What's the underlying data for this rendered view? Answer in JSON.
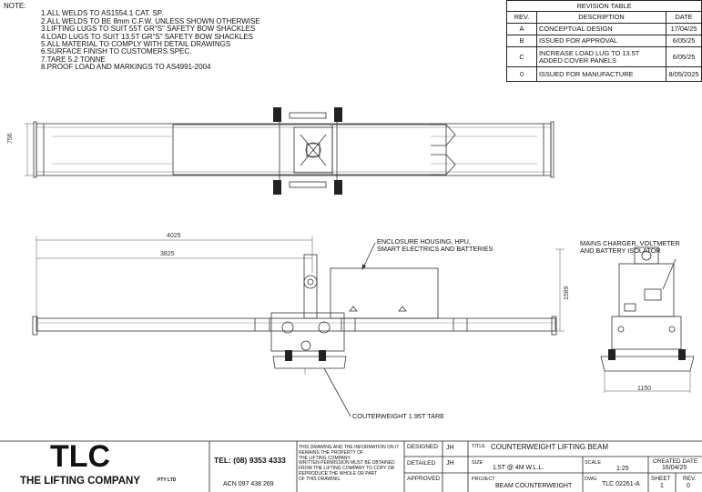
{
  "notes": {
    "heading": "NOTE:",
    "items": [
      "1.ALL WELDS TO AS1554.1 CAT. SP.",
      "2.ALL WELDS TO BE 8mm C.F.W. UNLESS SHOWN OTHERWISE",
      "3.LIFTING LUGS TO SUIT 55T GR\"S\" SAFETY BOW SHACKLES",
      "4.LOAD LUGS TO SUIT 13.5T GR\"S\" SAFETY BOW SHACKLES",
      "5.ALL MATERIAL TO COMPLY WITH DETAIL DRAWINGS",
      "6.SURFACE FINISH TO CUSTOMERS SPEC.",
      "7.TARE 5.2 TONNE",
      "8.PROOF LOAD AND MARKINGS TO AS4991-2004"
    ]
  },
  "revision_table": {
    "title": "REVISION TABLE",
    "headers": [
      "REV.",
      "DESCRIPTION",
      "DATE"
    ],
    "rows": [
      {
        "rev": "A",
        "desc": "CONCEPTUAL DESIGN",
        "desc2": "",
        "date": "17/04/25"
      },
      {
        "rev": "B",
        "desc": "ISSUED FOR APPROVAL",
        "desc2": "",
        "date": "6/05/25"
      },
      {
        "rev": "C",
        "desc": "INCREASE LOAD LUG TO 13.5T",
        "desc2": "ADDED COVER PANELS",
        "date": "6/05/25"
      },
      {
        "rev": "0",
        "desc": "ISSUED FOR MANUFACTURE",
        "desc2": "",
        "date": "8/05/2025"
      }
    ]
  },
  "dimensions": {
    "top_width": "756",
    "overall_length": "4025",
    "lug_length": "3825",
    "height": "1589",
    "end_width": "1150"
  },
  "callouts": {
    "enclosure": [
      "ENCLOSURE HOUSING, HPU,",
      "SMART ELECTRICS AND BATTERIES"
    ],
    "charger": [
      "MAINS CHARGER, VOLTMETER",
      "AND BATTERY ISOLATOR"
    ],
    "counterweight": "COUTERWEIGHT 1.95T TARE"
  },
  "title_block": {
    "logo": "TLC",
    "company": "THE LIFTING COMPANY",
    "company_suffix": "PTY LTD",
    "tel": "TEL: (08) 9353 4333",
    "acn": "ACN 097 438 269",
    "copyright": [
      "THIS DRAWING AND THE INFORMATION ON IT",
      "REMAINS THE PROPERTY OF",
      "THE LIFTING COMPANY.",
      "WRITTEN PERMISSION MUST BE OBTAINED",
      "FROM THE LIFTING COMPANY TO COPY OR",
      "REPRODUCE THE WHOLE OR PART",
      "OF THIS DRAWING."
    ],
    "designed_label": "DESIGNED",
    "designed_value": "JH",
    "detailed_label": "DETAILED",
    "detailed_value": "JH",
    "approved_label": "APPROVED",
    "title_label": "TITLE",
    "title_value": "COUNTERWEIGHT LIFTING BEAM",
    "size_label": "SIZE",
    "size_value": "1.5T @ 4M W.L.L.",
    "scale_label": "SCALE",
    "scale_value": "1:25",
    "created_label": "CREATED DATE",
    "created_value": "16/04/25",
    "project_label": "PROJECT",
    "project_value": "BEAM COUNTERWEIGHT",
    "dwg_label": "DWG",
    "dwg_value": "TLC 02261-A",
    "sheet_label": "SHEET",
    "sheet_value": "1",
    "rev_label": "REV.",
    "rev_value": "0"
  }
}
